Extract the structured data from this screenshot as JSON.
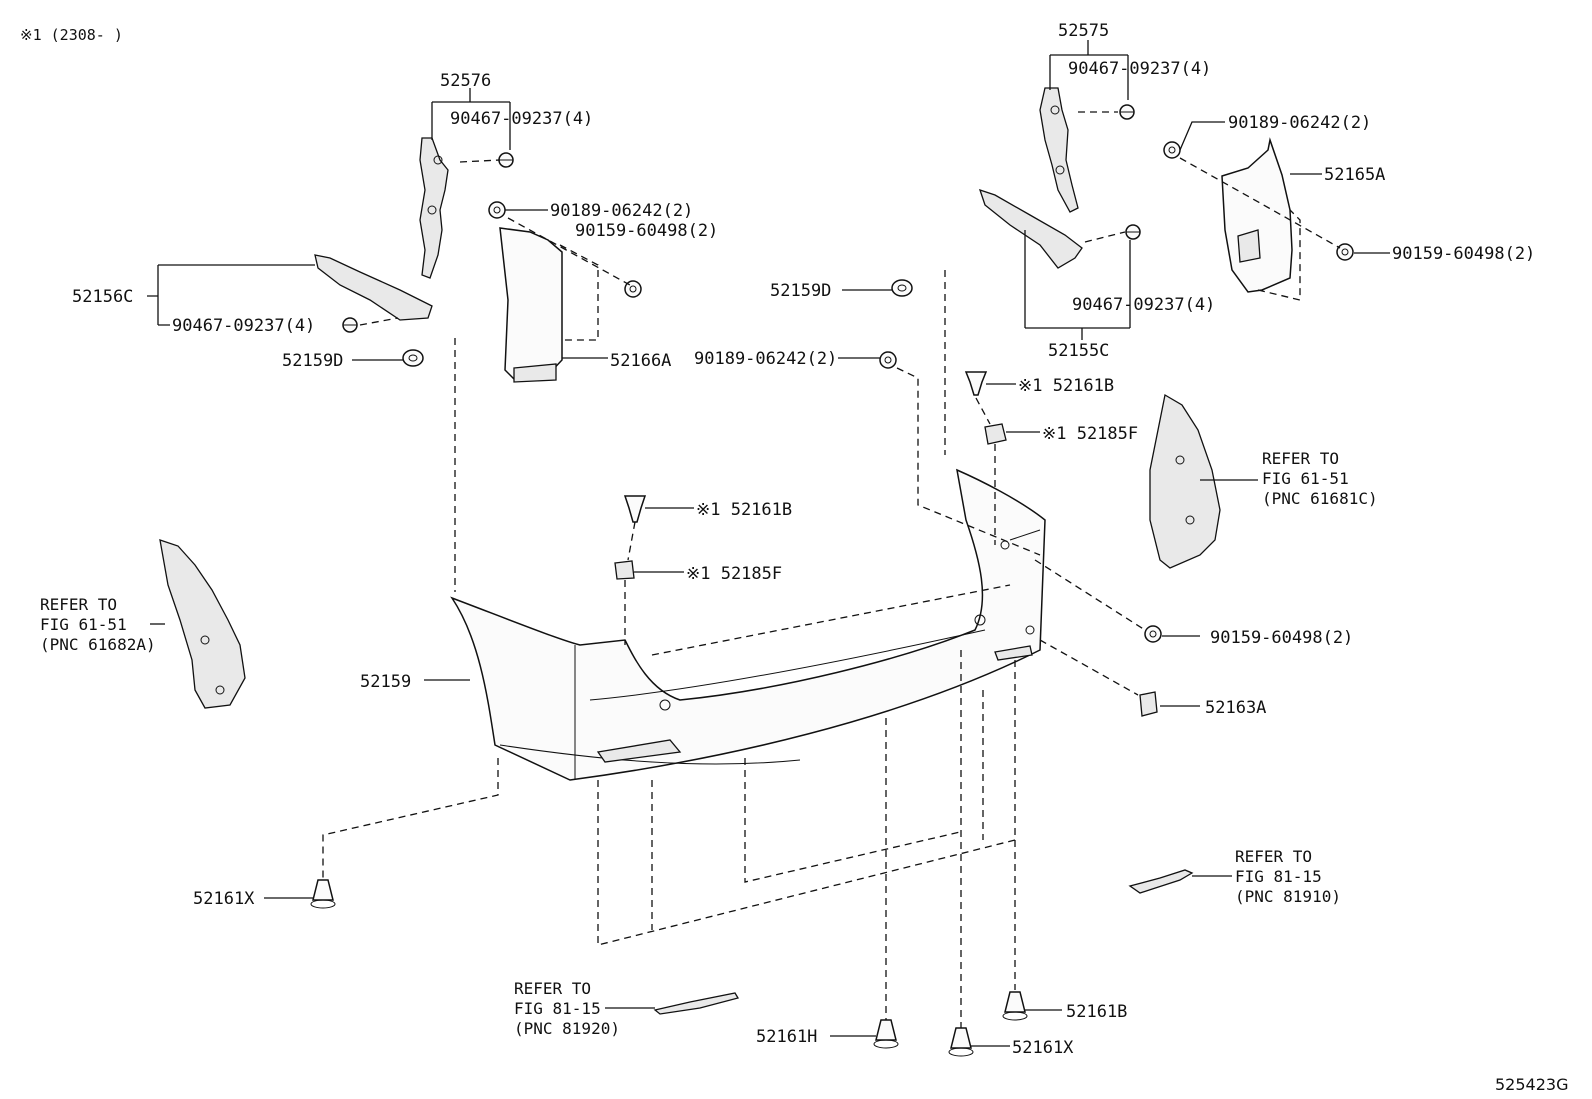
{
  "header": {
    "note": "※1 (2308-    )",
    "figure_code": "525423G"
  },
  "labels": {
    "p52576": "52576",
    "p90467_a": "90467-09237(4)",
    "p52575": "52575",
    "p90467_b": "90467-09237(4)",
    "p90189_a": "90189-06242(2)",
    "p52165A": "52165A",
    "p90189_b": "90189-06242(2)",
    "p90159_a": "90159-60498(2)",
    "p90159_b": "90159-60498(2)",
    "p52156C": "52156C",
    "p90467_c": "90467-09237(4)",
    "p52159D_a": "52159D",
    "p52166A": "52166A",
    "p52159D_b": "52159D",
    "p90467_d": "90467-09237(4)",
    "p52155C": "52155C",
    "p90189_c": "90189-06242(2)",
    "p52161B_a": "※1 52161B",
    "p52185F_a": "※1 52185F",
    "p52161B_b": "※1 52161B",
    "p52185F_b": "※1 52185F",
    "p90159_c": "90159-60498(2)",
    "p52159": "52159",
    "p52163A": "52163A",
    "p52161X_a": "52161X",
    "p52161H": "52161H",
    "p52161X_b": "52161X",
    "p52161B_c": "52161B"
  },
  "references": {
    "r1": {
      "line1": "REFER TO",
      "line2": "FIG 61-51",
      "line3": "(PNC 61681C)"
    },
    "r2": {
      "line1": "REFER TO",
      "line2": "FIG 61-51",
      "line3": "(PNC 61682A)"
    },
    "r3": {
      "line1": "REFER TO",
      "line2": "FIG 81-15",
      "line3": "(PNC 81910)"
    },
    "r4": {
      "line1": "REFER TO",
      "line2": "FIG 81-15",
      "line3": "(PNC 81920)"
    }
  }
}
